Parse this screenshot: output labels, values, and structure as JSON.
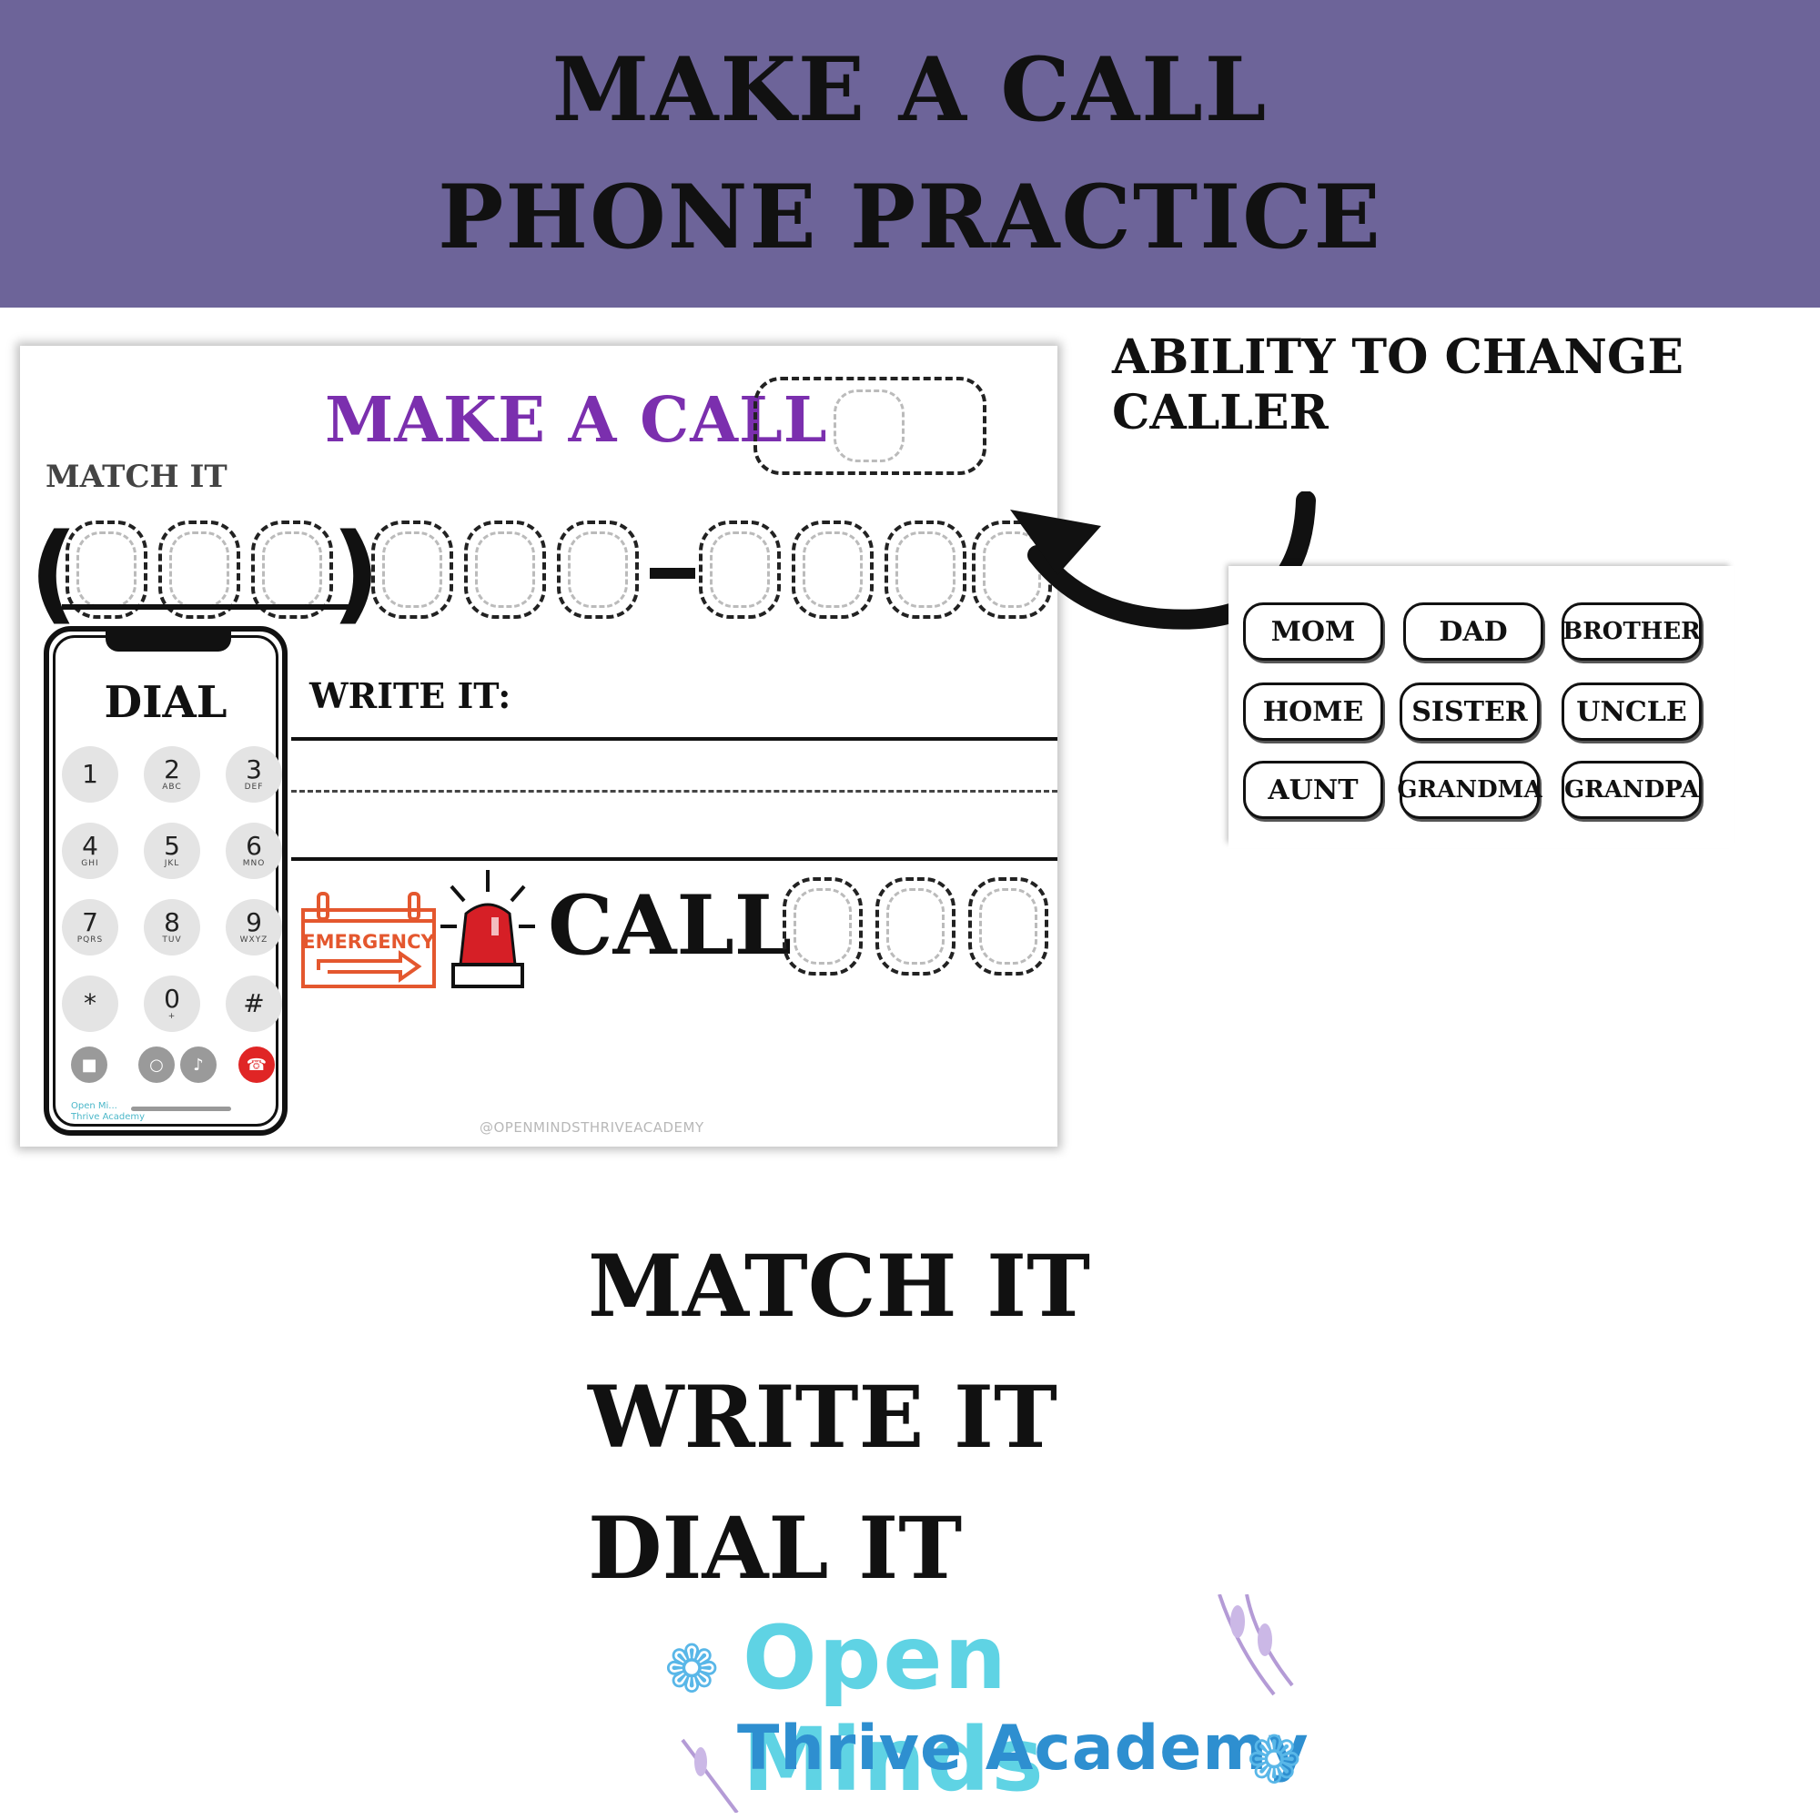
{
  "banner": {
    "line1": "MAKE A CALL",
    "line2": "PHONE PRACTICE",
    "bg_color": "#6d6499"
  },
  "worksheet": {
    "title": "MAKE A CALL",
    "title_color": "#7b2fae",
    "match_label": "MATCH IT",
    "open_paren": "(",
    "close_paren": ")",
    "write_label": "WRITE IT:",
    "emergency_sign": "EMERGENCY",
    "call_label": "CALL",
    "watermark": "@OPENMINDSTHRIVEACADEMY",
    "phone": {
      "title": "DIAL",
      "keys": [
        {
          "num": "1",
          "sub": ""
        },
        {
          "num": "2",
          "sub": "ABC"
        },
        {
          "num": "3",
          "sub": "DEF"
        },
        {
          "num": "4",
          "sub": "GHI"
        },
        {
          "num": "5",
          "sub": "JKL"
        },
        {
          "num": "6",
          "sub": "MNO"
        },
        {
          "num": "7",
          "sub": "PQRS"
        },
        {
          "num": "8",
          "sub": "TUV"
        },
        {
          "num": "9",
          "sub": "WXYZ"
        },
        {
          "num": "*",
          "sub": ""
        },
        {
          "num": "0",
          "sub": "+"
        },
        {
          "num": "#",
          "sub": ""
        }
      ],
      "controls": [
        "video-icon",
        "mute-icon",
        "speaker-icon",
        "end-call-icon"
      ],
      "brand_line1": "Open Mi...",
      "brand_line2": "Thrive Academy"
    }
  },
  "callers": {
    "heading": "ABILITY TO CHANGE CALLER",
    "names": [
      "MOM",
      "DAD",
      "BROTHER",
      "HOME",
      "SISTER",
      "UNCLE",
      "AUNT",
      "GRANDMA",
      "GRANDPA"
    ]
  },
  "steps": [
    "MATCH IT",
    "WRITE IT",
    "DIAL IT"
  ],
  "logo": {
    "line1": "Open Minds",
    "line2": "Thrive Academy",
    "color1": "#5fd3e4",
    "color2": "#2e8fd0"
  }
}
